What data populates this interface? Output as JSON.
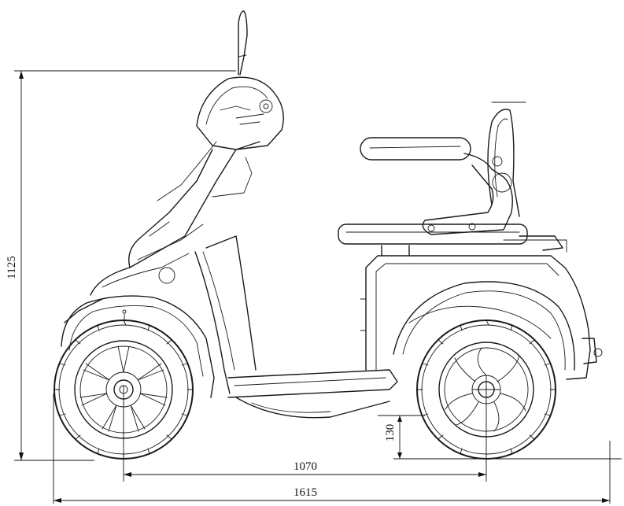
{
  "drawing": {
    "subject": "four-wheel mobility scooter side view",
    "line_color": "#1a1a1a",
    "background": "#ffffff"
  },
  "dimensions": {
    "height": "1125",
    "wheelbase": "1070",
    "length": "1615",
    "ground_clearance": "130"
  }
}
